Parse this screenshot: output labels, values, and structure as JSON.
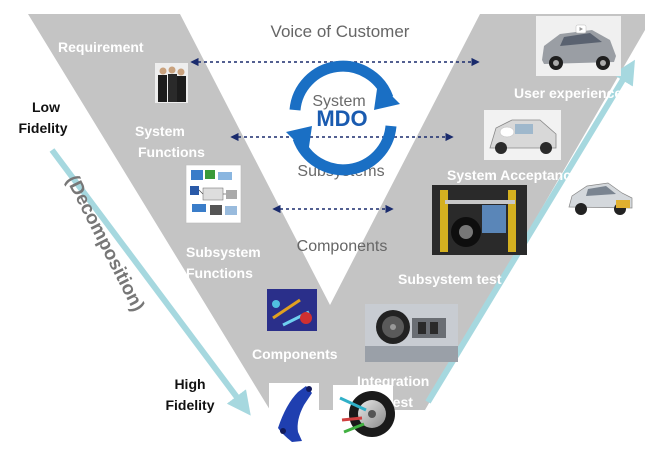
{
  "center_labels": {
    "top": "Voice of Customer",
    "system": "System",
    "subsystems": "Subsystems",
    "components": "Components"
  },
  "mdo_label": "MDO",
  "left_labels": {
    "requirement": "Requirement",
    "system_functions_1": "System",
    "system_functions_2": "Functions",
    "subsystem_functions_1": "Subsystem",
    "subsystem_functions_2": "Functions",
    "components": "Components"
  },
  "right_labels": {
    "user_experience": "User experience",
    "system_acceptance": "System Acceptance",
    "subsystem_test": "Subsystem test",
    "integration_test_1": "Integration",
    "integration_test_2": "test"
  },
  "fidelity": {
    "low_1": "Low",
    "low_2": "Fidelity",
    "high_1": "High",
    "high_2": "Fidelity"
  },
  "decomposition_label": "(Decomposition)",
  "integration_label": "Integration",
  "colors": {
    "v_fill": "#c4c4c4",
    "arrow_cyan": "#a6d8df",
    "mdo_blue": "#1a6fc4",
    "text_dark": "#222222",
    "text_gray": "#666666",
    "dotted_arrow": "#1a2b6d"
  },
  "icons": {
    "people_photo": "people-photo-icon",
    "flow_diagram": "function-flow-diagram-icon",
    "suspension_render": "suspension-render-icon",
    "control_arm": "control-arm-icon",
    "wheel_assembly": "wheel-assembly-icon",
    "test_rig_1": "test-rig-icon",
    "test_rig_2": "engine-test-bench-icon",
    "crash_test": "crash-test-icon",
    "car_hatchback": "car-hatchback-icon",
    "car_sedan": "car-sedan-icon"
  }
}
